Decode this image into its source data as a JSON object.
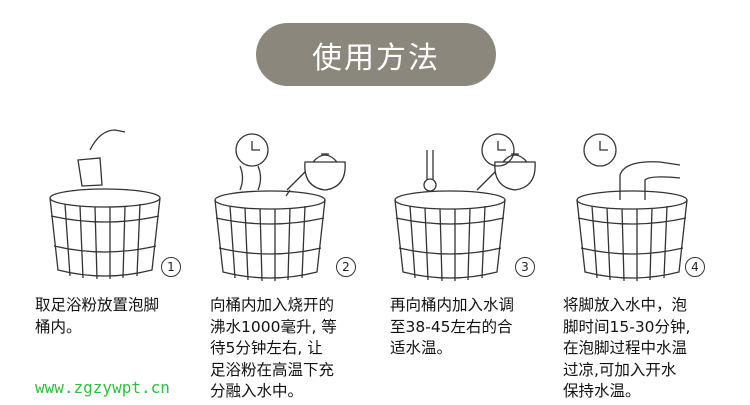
{
  "title": "使用方法",
  "steps": [
    {
      "number": "1",
      "text": "取足浴粉放置泡脚桶内。"
    },
    {
      "number": "2",
      "text": "向桶内加入烧开的沸水1000毫升, 等待5分钟左右, 让足浴粉在高温下充分融入水中。"
    },
    {
      "number": "3",
      "text": "再向桶内加入水调至38-45左右的合适水温。"
    },
    {
      "number": "4",
      "text": "将脚放入水中，泡脚时间15-30分钟, 在泡脚过程中水温过凉,可加入开水保持水温。"
    }
  ],
  "watermark": "www.zgzywpt.cn",
  "colors": {
    "title_bg": "#8c877d"
  }
}
